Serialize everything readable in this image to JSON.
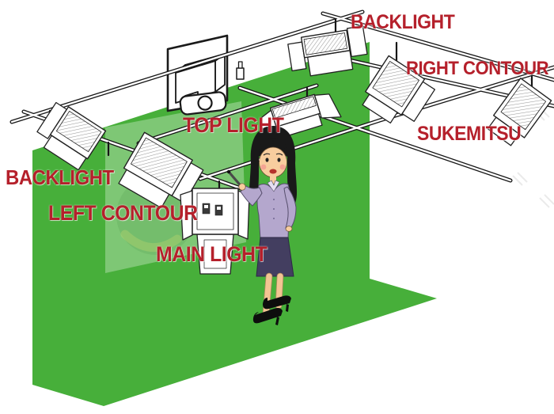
{
  "diagram": {
    "description": "Chroma-key studio lighting setup diagram",
    "labels": {
      "backlight_left": "BACKLIGHT",
      "left_contour": "LEFT CONTOUR",
      "main_light": "MAIN LIGHT",
      "top_light": "TOP LIGHT",
      "backlight_right": "BACKLIGHT",
      "right_contour": "RIGHT CONTOUR",
      "sukemitsu": "SUKEMITSU"
    },
    "colors": {
      "chroma_green": "#47AF3A",
      "label_red": "#B5202B",
      "rail_black": "#161616",
      "blouse_purple": "#B4A7CD",
      "skirt_navy": "#433E60",
      "skin": "#F8CD9E",
      "hair_black": "#191919"
    },
    "scene_elements": [
      "green-screen-wall-and-floor",
      "projection-screen",
      "projector-box",
      "video-camera",
      "ceiling-rail-grid",
      "backlight-left-fixture",
      "left-contour-fixture",
      "top-light-fixture",
      "main-light-fixture",
      "backlight-right-fixture",
      "right-contour-fixture",
      "sukemitsu-fixture",
      "presenter-with-pointer"
    ]
  }
}
